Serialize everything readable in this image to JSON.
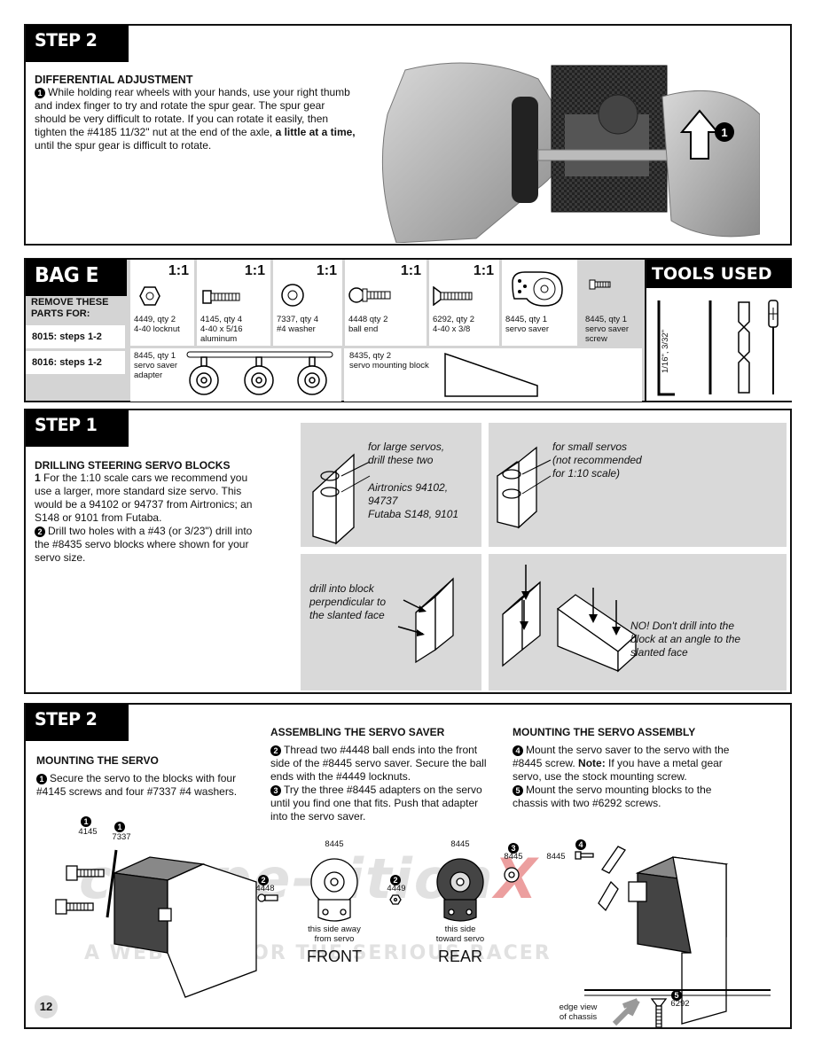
{
  "step2_top": {
    "tab": "STEP 2",
    "heading": "DIFFERENTIAL ADJUSTMENT",
    "bullet": "1",
    "text_a": "While holding rear wheels with your hands, use your right thumb and index finger to try and rotate the spur gear. The spur gear should be very difficult to rotate. If you can rotate it easily, then tighten the #4185 11/32\" nut at the end of the axle, ",
    "text_bold": "a little at a time,",
    "text_b": " until the spur gear is difficult to rotate.",
    "photo_callout": "1"
  },
  "bag_e": {
    "tab": "BAG E",
    "remove_title": "REMOVE THESE PARTS FOR:",
    "rows": [
      "8015: steps 1-2",
      "8016: steps 1-2"
    ],
    "parts": [
      {
        "ratio": "1:1",
        "label": "4449, qty 2\n4-40 locknut"
      },
      {
        "ratio": "1:1",
        "label": "4145, qty 4\n4-40 x 5/16\naluminum"
      },
      {
        "ratio": "1:1",
        "label": "7337, qty 4\n#4 washer"
      },
      {
        "ratio": "1:1",
        "label": "4448 qty 2\nball end"
      },
      {
        "ratio": "1:1",
        "label": "6292, qty 2\n4-40 x 3/8"
      },
      {
        "ratio": "",
        "label": "8445, qty 1\nservo saver"
      },
      {
        "ratio": "",
        "label": "8445, qty 1\nservo saver\nscrew"
      }
    ],
    "adapter_label": "8445, qty 1\nservo saver\nadapter",
    "block_label": "8435, qty 2\nservo mounting block"
  },
  "tools": {
    "tab": "TOOLS USED",
    "hex_label": "1/16\", 3/32\""
  },
  "step1": {
    "tab": "STEP 1",
    "heading": "DRILLING STEERING SERVO BLOCKS",
    "p1_num": "1",
    "p1": "For the 1:10 scale cars we recommend you use a larger, more standard size servo. This would be a 94102 or 94737 from Airtronics; an S148 or 9101 from Futaba.",
    "p2_bullet": "2",
    "p2": "Drill two holes with a #43 (or 3/23\") drill into the #8435 servo blocks where shown for your servo size.",
    "d_large": "for large servos,\ndrill these two",
    "d_models": "Airtronics 94102,\n94737\nFutaba S148, 9101",
    "d_small": "for small servos\n(not recommended\nfor 1:10 scale)",
    "d_perp": "drill into block\nperpendicular to\nthe slanted face",
    "d_no": "NO! Don't drill into the\nblock at an angle to the\nslanted face"
  },
  "step2_bottom": {
    "tab": "STEP 2",
    "col1_heading": "MOUNTING THE SERVO",
    "col1_bullet": "1",
    "col1_text": "Secure the servo to the blocks with four #4145 screws and four #7337 #4 washers.",
    "col2_heading": "ASSEMBLING THE SERVO SAVER",
    "col2_b2": "2",
    "col2_t2": "Thread two #4448 ball ends into the front side of the #8445 servo saver. Secure the ball ends with the #4449 locknuts.",
    "col2_b3": "3",
    "col2_t3": "Try the three #8445 adapters on the servo until you find one that fits. Push that adapter into the servo saver.",
    "col3_heading": "MOUNTING THE SERVO ASSEMBLY",
    "col3_b4": "4",
    "col3_t4a": "Mount the servo saver to the servo with the #8445 screw. ",
    "col3_note": "Note:",
    "col3_t4b": " If you have a metal gear servo, use the stock mounting screw.",
    "col3_b5": "5",
    "col3_t5": "Mount the servo mounting blocks to the chassis with two #6292 screws.",
    "labels": {
      "c1": "1",
      "n4145": "4145",
      "c1b": "1",
      "n7337": "7337",
      "c2": "2",
      "n4448": "4448",
      "n8445a": "8445",
      "front_note": "this side away\nfrom servo",
      "front": "FRONT",
      "c2b": "2",
      "n4449": "4449",
      "n8445b": "8445",
      "rear_note": "this side\ntoward servo",
      "rear": "REAR",
      "c3": "3",
      "n8445c": "8445",
      "c4": "4",
      "n8445d": "8445",
      "c5": "5",
      "n6292": "6292",
      "edge": "edge view\nof chassis"
    },
    "page_number": "12"
  },
  "watermark": {
    "logo": "compe-tition",
    "logo_x": "X",
    "tagline": "A WEB SITE FOR THE SERIOUS RACER"
  }
}
